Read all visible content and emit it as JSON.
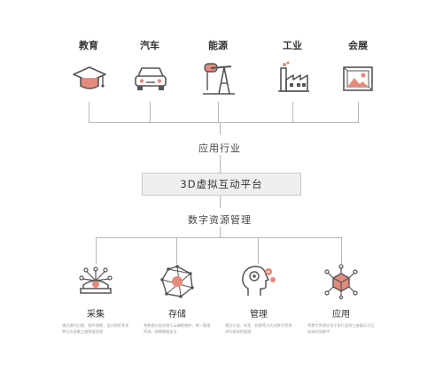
{
  "colors": {
    "accent": "#e58a7c",
    "line": "#b7b7b7",
    "icon_stroke": "#555555"
  },
  "industries": [
    {
      "label": "教育",
      "icon": "graduation-cap-icon"
    },
    {
      "label": "汽车",
      "icon": "car-icon"
    },
    {
      "label": "能源",
      "icon": "oil-pump-icon"
    },
    {
      "label": "工业",
      "icon": "factory-icon"
    },
    {
      "label": "会展",
      "icon": "picture-frame-icon"
    }
  ],
  "industry_application_label": "应用行业",
  "platform_label": "3D虚拟互动平台",
  "digital_asset_label": "数字资源管理",
  "stages": [
    {
      "label": "采集",
      "icon": "collection-network-icon",
      "description": "通过激光扫描、照片建模、设计图纸等多种方式采集三维数据资源"
    },
    {
      "label": "存储",
      "icon": "storage-network-icon",
      "description": "将数据分类存储于云端数据库，统一管理资源，保障数据安全"
    },
    {
      "label": "管理",
      "icon": "management-head-icon",
      "description": "通过分类、标签、权限等方式对数字资源进行高效的管理"
    },
    {
      "label": "应用",
      "icon": "application-cube-icon",
      "description": "将数字资源应用于各行业的三维展示与互动体验场景中"
    }
  ]
}
